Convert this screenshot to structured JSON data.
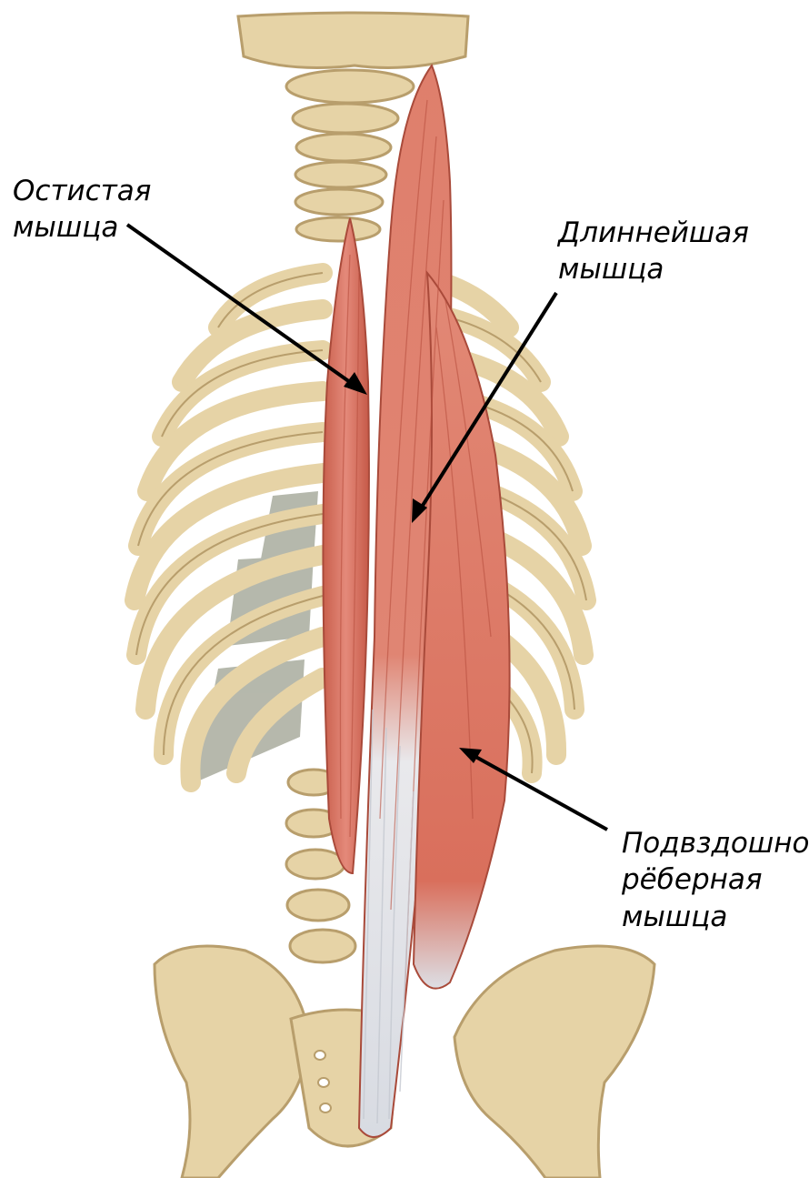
{
  "labels": {
    "spinalis": {
      "line1": "Остистая",
      "line2": "мышца"
    },
    "longissimus": {
      "line1": "Длиннейшая",
      "line2": "мышца"
    },
    "iliocostalis": {
      "line1": "Подвздошно-",
      "line2": "рёберная",
      "line3": "мышца"
    }
  },
  "colors": {
    "bone": "#e6d3a6",
    "bone_shadow": "#b89e6c",
    "muscle": "#df7f6c",
    "muscle_dark": "#b9503f",
    "tendon": "#e4e6ea",
    "membrane": "#a9ac9e",
    "arrow": "#000000"
  }
}
